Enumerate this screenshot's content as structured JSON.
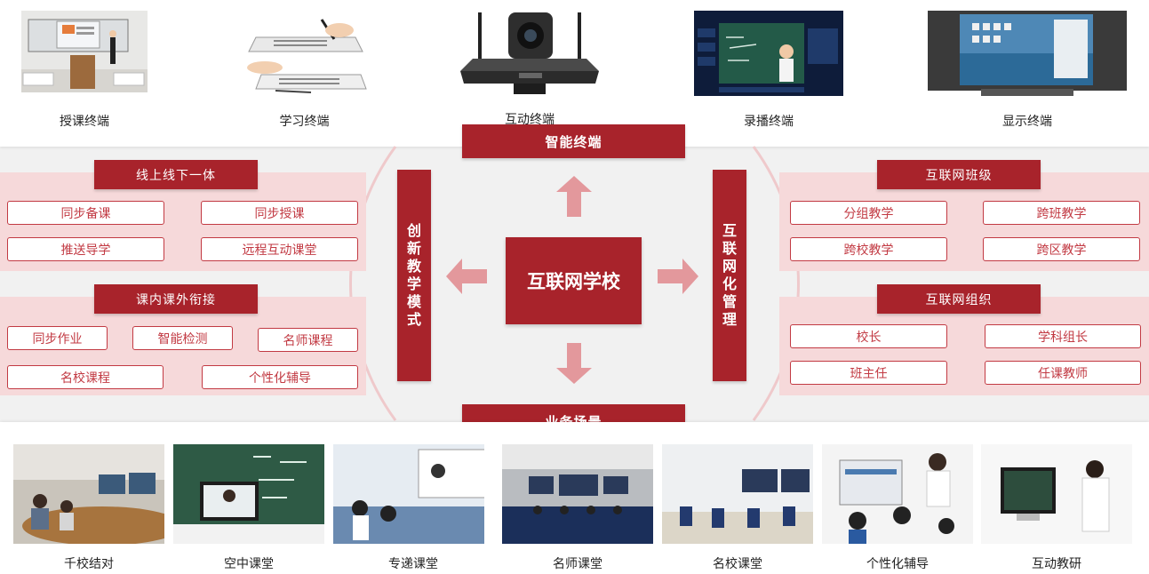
{
  "colors": {
    "accent": "#a8232b",
    "chip_border": "#c23a43",
    "panel_bg": "#f6d9da",
    "arrow": "#e8a2a6"
  },
  "devices": [
    {
      "label": "授课终端",
      "icon": "classroom-blackboard"
    },
    {
      "label": "学习终端",
      "icon": "writing-tablet"
    },
    {
      "label": "互动终端",
      "icon": "camera-box"
    },
    {
      "label": "录播终端",
      "icon": "recording-screen"
    },
    {
      "label": "显示终端",
      "icon": "display-panel"
    }
  ],
  "hub": {
    "top": "智能终端",
    "bottom": "业务场景",
    "left": "创新教学模式",
    "right": "互联网化管理",
    "center": "互联网学校"
  },
  "left_groups": [
    {
      "title": "线上线下一体",
      "items": [
        "同步备课",
        "同步授课",
        "推送导学",
        "远程互动课堂"
      ]
    },
    {
      "title": "课内课外衔接",
      "items": [
        "同步作业",
        "智能检测",
        "名师课程",
        "名校课程",
        "个性化辅导"
      ]
    }
  ],
  "right_groups": [
    {
      "title": "互联网班级",
      "items": [
        "分组教学",
        "跨班教学",
        "跨校教学",
        "跨区教学"
      ]
    },
    {
      "title": "互联网组织",
      "items": [
        "校长",
        "学科组长",
        "班主任",
        "任课教师"
      ]
    }
  ],
  "scenes": [
    {
      "label": "千校结对"
    },
    {
      "label": "空中课堂"
    },
    {
      "label": "专递课堂"
    },
    {
      "label": "名师课堂"
    },
    {
      "label": "名校课堂"
    },
    {
      "label": "个性化辅导"
    },
    {
      "label": "互动教研"
    }
  ]
}
